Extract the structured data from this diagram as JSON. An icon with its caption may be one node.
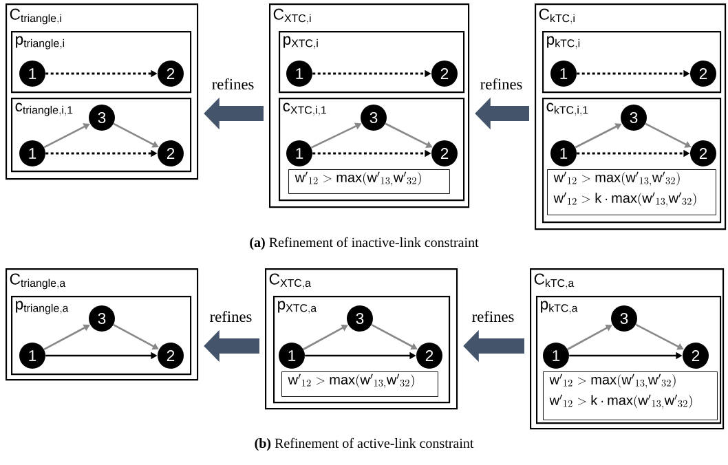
{
  "diagram": {
    "nodes": [
      {
        "text": [
          "\\mathrm{C}_{\\mathrm{triangle,i}}"
        ]
      },
      {
        "text": [
          "\\mathrm{p}_{\\mathrm{triangle,i}}"
        ],
        "in": 0
      },
      {
        "text": [
          "1"
        ],
        "in": 1
      },
      {
        "text": [
          "2"
        ],
        "in": 1
      },
      {
        "text": [
          "\\mathrm{c}_{\\mathrm{triangle,i,1}}"
        ],
        "in": 0
      },
      {
        "text": [
          "3"
        ],
        "in": 4
      },
      {
        "text": [
          "1"
        ],
        "in": 4
      },
      {
        "text": [
          "2"
        ],
        "in": 4
      },
      {
        "text": [
          "\\mathrm{C}_{\\mathrm{XTC,i}}"
        ]
      },
      {
        "text": [
          "\\mathrm{p}_{\\mathrm{XTC,i}}"
        ],
        "in": 8
      },
      {
        "text": [
          "1"
        ],
        "in": 9
      },
      {
        "text": [
          "2"
        ],
        "in": 9
      },
      {
        "text": [
          "\\mathrm{c}_{\\mathrm{XTC,i,1}}"
        ],
        "in": 8
      },
      {
        "text": [
          "3"
        ],
        "in": 12
      },
      {
        "text": [
          "1"
        ],
        "in": 12
      },
      {
        "text": [
          "2"
        ],
        "in": 12
      },
      {
        "text": [
          "\\mathrm{w'}_{12} > \\mathrm{max}(\\mathrm{w'}_{13,}\\mathrm{w'}_{32})"
        ],
        "in": 12
      },
      {
        "text": [
          "\\mathrm{C}_{\\mathrm{kTC,i}}"
        ]
      },
      {
        "text": [
          "\\mathrm{p}_{\\mathrm{kTC,i}}"
        ],
        "in": 17
      },
      {
        "text": [
          "1"
        ],
        "in": 18
      },
      {
        "text": [
          "2"
        ],
        "in": 18
      },
      {
        "text": [
          "\\mathrm{c}_{\\mathrm{kTC,i,1}}"
        ],
        "in": 17
      },
      {
        "text": [
          "3"
        ],
        "in": 21
      },
      {
        "text": [
          "1"
        ],
        "in": 21
      },
      {
        "text": [
          "2"
        ],
        "in": 21
      },
      {
        "text": [
          "\\mathrm{w'}_{12} > \\mathrm{max}(\\mathrm{w'}_{13,}\\mathrm{w'}_{32})",
          "\\mathrm{w'}_{12} > \\mathrm{k}\\cdot\\mathrm{max}(\\mathrm{w'}_{13,}\\mathrm{w'}_{32})"
        ],
        "in": 21
      },
      {
        "text": [
          "\\mathrm{C}_{\\mathrm{triangle,a}}"
        ]
      },
      {
        "text": [
          "\\mathrm{p}_{\\mathrm{triangle,a}}"
        ],
        "in": 26
      },
      {
        "text": [
          "3"
        ],
        "in": 27
      },
      {
        "text": [
          "1"
        ],
        "in": 27
      },
      {
        "text": [
          "2"
        ],
        "in": 27
      },
      {
        "text": [
          "\\mathrm{C}_{\\mathrm{XTC,a}}"
        ]
      },
      {
        "text": [
          "\\mathrm{p}_{\\mathrm{XTC,a}}"
        ],
        "in": 31
      },
      {
        "text": [
          "3"
        ],
        "in": 32
      },
      {
        "text": [
          "1"
        ],
        "in": 32
      },
      {
        "text": [
          "2"
        ],
        "in": 32
      },
      {
        "text": [
          "\\mathrm{w'}_{12} > \\mathrm{max}(\\mathrm{w'}_{13,}\\mathrm{w'}_{32})"
        ],
        "in": 32
      },
      {
        "text": [
          "\\mathrm{C}_{\\mathrm{kTC,a}}"
        ]
      },
      {
        "text": [
          "\\mathrm{p}_{\\mathrm{kTC,a}}"
        ],
        "in": 37
      },
      {
        "text": [
          "3"
        ],
        "in": 38
      },
      {
        "text": [
          "1"
        ],
        "in": 38
      },
      {
        "text": [
          "2"
        ],
        "in": 38
      },
      {
        "text": [
          "\\mathrm{w'}_{12} > \\mathrm{max}(\\mathrm{w'}_{13,}\\mathrm{w'}_{32})",
          "\\mathrm{w'}_{12} > \\mathrm{k}\\cdot\\mathrm{max}(\\mathrm{w'}_{13,}\\mathrm{w'}_{32})"
        ],
        "in": 38
      }
    ],
    "edges": [
      {
        "from": 2,
        "to": 3,
        "arrow": "to",
        "style": "dashed",
        "color": "#000000"
      },
      {
        "from": 6,
        "to": 5,
        "arrow": "to"
      },
      {
        "from": 5,
        "to": 7,
        "arrow": "to"
      },
      {
        "from": 6,
        "to": 7,
        "arrow": "to",
        "style": "dashed",
        "color": "#000000"
      },
      {
        "from": 10,
        "to": 11,
        "arrow": "to",
        "style": "dashed",
        "color": "#000000"
      },
      {
        "from": 14,
        "to": 13,
        "arrow": "to"
      },
      {
        "from": 13,
        "to": 15,
        "arrow": "to"
      },
      {
        "from": 14,
        "to": 15,
        "arrow": "to",
        "style": "dashed",
        "color": "#000000"
      },
      {
        "from": 19,
        "to": 20,
        "arrow": "to",
        "style": "dashed",
        "color": "#000000"
      },
      {
        "from": 23,
        "to": 22,
        "arrow": "to"
      },
      {
        "from": 22,
        "to": 24,
        "arrow": "to"
      },
      {
        "from": 23,
        "to": 24,
        "arrow": "to",
        "style": "dashed",
        "color": "#000000"
      },
      {
        "from": 29,
        "to": 28,
        "arrow": "to"
      },
      {
        "from": 28,
        "to": 30,
        "arrow": "to"
      },
      {
        "from": 29,
        "to": 30,
        "arrow": "to",
        "color": "#000000"
      },
      {
        "from": 34,
        "to": 33,
        "arrow": "to"
      },
      {
        "from": 33,
        "to": 35,
        "arrow": "to"
      },
      {
        "from": 34,
        "to": 35,
        "arrow": "to",
        "color": "#000000"
      },
      {
        "from": 40,
        "to": 39,
        "arrow": "to"
      },
      {
        "from": 39,
        "to": 41,
        "arrow": "to"
      },
      {
        "from": 40,
        "to": 41,
        "arrow": "to",
        "color": "#000000"
      },
      {
        "from": 8,
        "to": 0,
        "arrow": "to",
        "label": "refines",
        "style": "thick",
        "color": "#44546a"
      },
      {
        "from": 17,
        "to": 8,
        "arrow": "to",
        "label": "refines",
        "style": "thick",
        "color": "#44546a"
      },
      {
        "from": 31,
        "to": 26,
        "arrow": "to",
        "label": "refines",
        "style": "thick",
        "color": "#44546a"
      },
      {
        "from": 37,
        "to": 31,
        "arrow": "to",
        "label": "refines",
        "style": "thick",
        "color": "#44546a"
      }
    ],
    "labels": [
      "**(a)** Refinement of inactive-link constraint",
      "**(b)** Refinement of active-link constraint"
    ]
  }
}
